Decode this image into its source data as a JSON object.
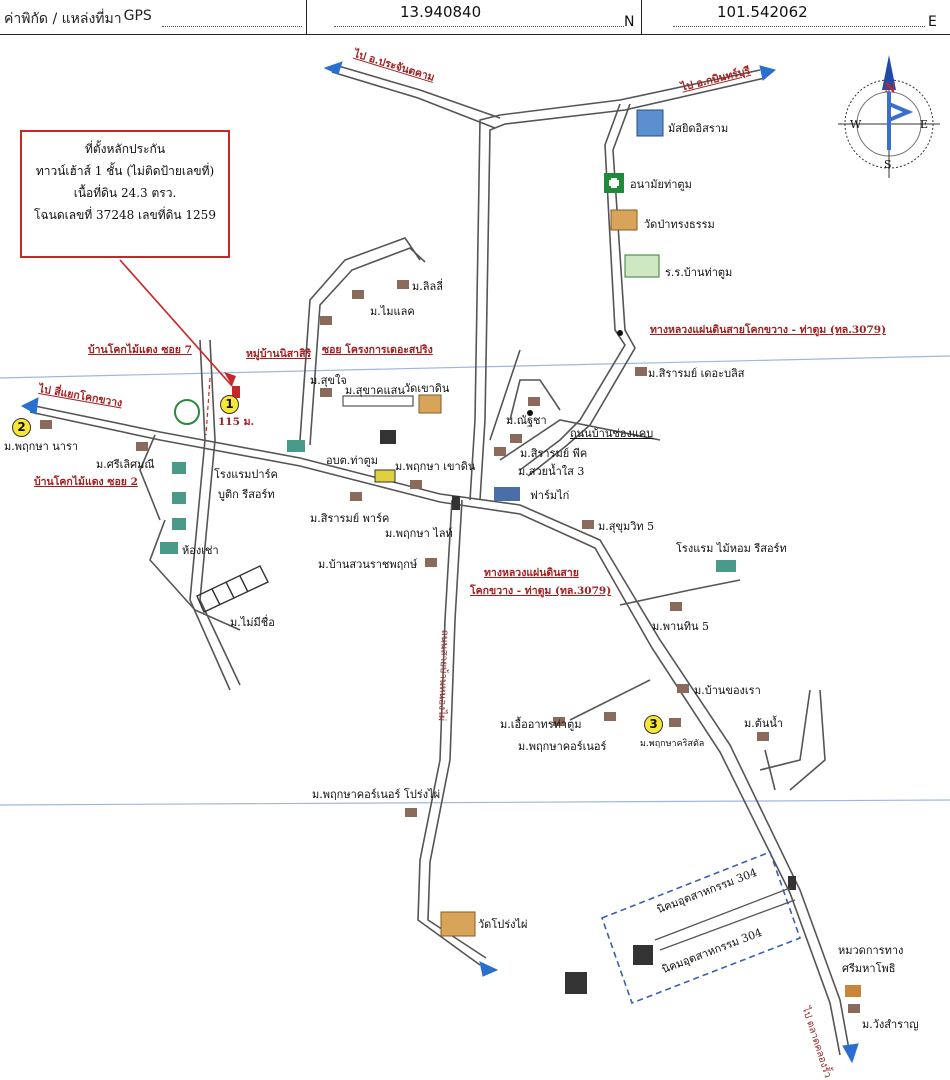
{
  "header": {
    "coord_label": "ค่าพิกัด / แหล่งที่มา",
    "source": "GPS",
    "latitude": "13.940840",
    "lat_unit": "N",
    "longitude": "101.542062",
    "lon_unit": "E"
  },
  "info_box": {
    "line1": "ที่ตั้งหลักประกัน",
    "line2": "ทาวน์เฮ้าส์ 1 ชั้น (ไม่ติดป้ายเลขที่)",
    "line3": "เนื้อที่ดิน 24.3 ตรว.",
    "line4": "โฉนดเลขที่ 37248 เลขที่ดิน 1259"
  },
  "compass": {
    "n": "N",
    "s": "S",
    "e": "E",
    "w": "W"
  },
  "markers": {
    "m1": "1",
    "m2": "2",
    "m3": "3",
    "distance": "115 ม."
  },
  "directions": {
    "to_prachantakham": "ไป อ.ประจันตคาม",
    "to_kabinburi": "ไป อ.กบินทร์บุรี",
    "to_kokkhwang": "ไป สี่แยกโคกขวาง",
    "to_wang_sai": "ไป ตลาดคลองรั้ว"
  },
  "roads": {
    "hwy_upper": "ทางหลวงแผ่นดินสายโคกขวาง - ท่าตูม (ทล.3079)",
    "hwy_lower_1": "ทางหลวงแผ่นดินสาย",
    "hwy_lower_2": "โคกขวาง - ท่าตูม (ทล.3079)",
    "soi7": "บ้านโคกไม้แดง ซอย 7",
    "soi2": "บ้านโคกไม้แดง ซอย 2",
    "soi_project": "ซอย โครงการเดอะสปริง",
    "village_road": "หมู่บ้านนิสาสิริ",
    "chong_khae": "ถนนบ้านช่องแคบ",
    "vertical_road": "ถนนสายบ้านหนองไผ่"
  },
  "places": {
    "mosque": "มัสยิดอิสราม",
    "health": "อนามัยท่าตูม",
    "wat_pa": "วัดป่าทรงธรรม",
    "school": "ร.ร.บ้านท่าตูม",
    "lilli": "ม.ลิลลี่",
    "mailek": "ม.ไมแลค",
    "suk_jai": "ม.สุขใจ",
    "sukhasansaen": "ม.สุขาคแสน",
    "wat_khao_din": "วัดเขาดิน",
    "siraom_the_bliss": "ม.สิรารมย์ เดอะบลิส",
    "natcha": "ม.ณัฐชา",
    "siraom_peak": "ม.สิรารมย์ พีค",
    "suay_nam_sai": "ม.สวยน้ำใส 3",
    "farm": "ฟาร์มไก่",
    "pruksa_nara": "ม.พฤกษา นารา",
    "sri_lertmanee": "ม.ศรีเลิศมณี",
    "hotel_park": "โรงแรมปาร์ค",
    "boutique": "บูติก รีสอร์ท",
    "obt": "อบต.ท่าตูม",
    "pruksa_khaodin": "ม.พฤกษา เขาดิน",
    "siraom_park": "ม.สิรารมย์ พาร์ค",
    "pruksa_light": "ม.พฤกษา ไลท์",
    "suan_rat": "ม.บ้านสวนราชพฤกษ์",
    "sukhumvit5": "ม.สุขุมวิท 5",
    "hotel_maihom": "โรงแรม ไม้หอม รีสอร์ท",
    "room": "ห้องเช่า",
    "no_name": "ม.ไม่มีชื่อ",
    "phanthin5": "ม.พานทิน 5",
    "ban_khong_rao": "ม.บ้านของเรา",
    "ton_nam": "ม.ต้นน้ำ",
    "ua_athon": "ม.เอื้ออาทรท่าตูม",
    "pruksa_corner": "ม.พฤกษาคอร์เนอร์",
    "pruksa_christal": "ม.พฤกษาคริสตัล",
    "pruksa_corner_prong": "ม.พฤกษาคอร์เนอร์ โปร่งไผ่",
    "wat_prong_phai": "วัดโปร่งไผ่",
    "industrial_1": "นิคมอุตสาหกรรม 304",
    "industrial_2": "นิคมอุตสาหกรรม 304",
    "police": "หมวดการทาง",
    "police2": "ศรีมหาโพธิ",
    "wang_saram": "ม.วังสำราญ"
  }
}
